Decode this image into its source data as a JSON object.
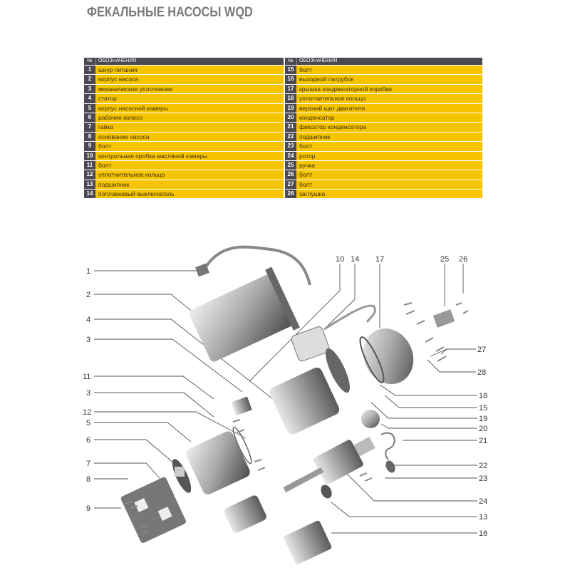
{
  "title": "ФЕКАЛЬНЫЕ НАСОСЫ WQD",
  "table": {
    "header_num": "№",
    "header_text": "ОБОЗНАЧЕНИЯ",
    "left": [
      {
        "num": "1",
        "text": "шнур питания"
      },
      {
        "num": "2",
        "text": "корпус насоса"
      },
      {
        "num": "3",
        "text": "механическое уплотнение"
      },
      {
        "num": "4",
        "text": "статор"
      },
      {
        "num": "5",
        "text": "корпус насосной камеры"
      },
      {
        "num": "6",
        "text": "рабочее колесо"
      },
      {
        "num": "7",
        "text": "гайка"
      },
      {
        "num": "8",
        "text": "основание насоса"
      },
      {
        "num": "9",
        "text": "болт"
      },
      {
        "num": "10",
        "text": "контрольная пробка масляной камеры"
      },
      {
        "num": "11",
        "text": "болт"
      },
      {
        "num": "12",
        "text": "уплотнительное кольцо"
      },
      {
        "num": "13",
        "text": "подшипник"
      },
      {
        "num": "14",
        "text": "поплавковый выключатель"
      }
    ],
    "right": [
      {
        "num": "15",
        "text": "болт"
      },
      {
        "num": "16",
        "text": "выходной патрубок"
      },
      {
        "num": "17",
        "text": "крышка конденсаторной коробки"
      },
      {
        "num": "18",
        "text": "уплотнительное кольцо"
      },
      {
        "num": "19",
        "text": "верхний щит двигателя"
      },
      {
        "num": "20",
        "text": "конденсатор"
      },
      {
        "num": "21",
        "text": "фиксатор конденсатора"
      },
      {
        "num": "22",
        "text": "подшипник"
      },
      {
        "num": "23",
        "text": "болт"
      },
      {
        "num": "24",
        "text": "ротор"
      },
      {
        "num": "25",
        "text": "ручка"
      },
      {
        "num": "26",
        "text": "болт"
      },
      {
        "num": "27",
        "text": "болт"
      },
      {
        "num": "28",
        "text": "заглушка"
      }
    ]
  },
  "diagram": {
    "left_labels": [
      "1",
      "2",
      "4",
      "3",
      "11",
      "3",
      "12",
      "5",
      "6",
      "7",
      "8",
      "9"
    ],
    "top_labels": [
      "10",
      "14",
      "17",
      "25",
      "26"
    ],
    "right_labels": [
      "27",
      "28",
      "18",
      "15",
      "19",
      "20",
      "21",
      "22",
      "23",
      "24",
      "13",
      "16"
    ]
  },
  "colors": {
    "table_yellow": "#f7c500",
    "table_dark": "#4b4a52",
    "title_gray": "#7a7a7a"
  }
}
